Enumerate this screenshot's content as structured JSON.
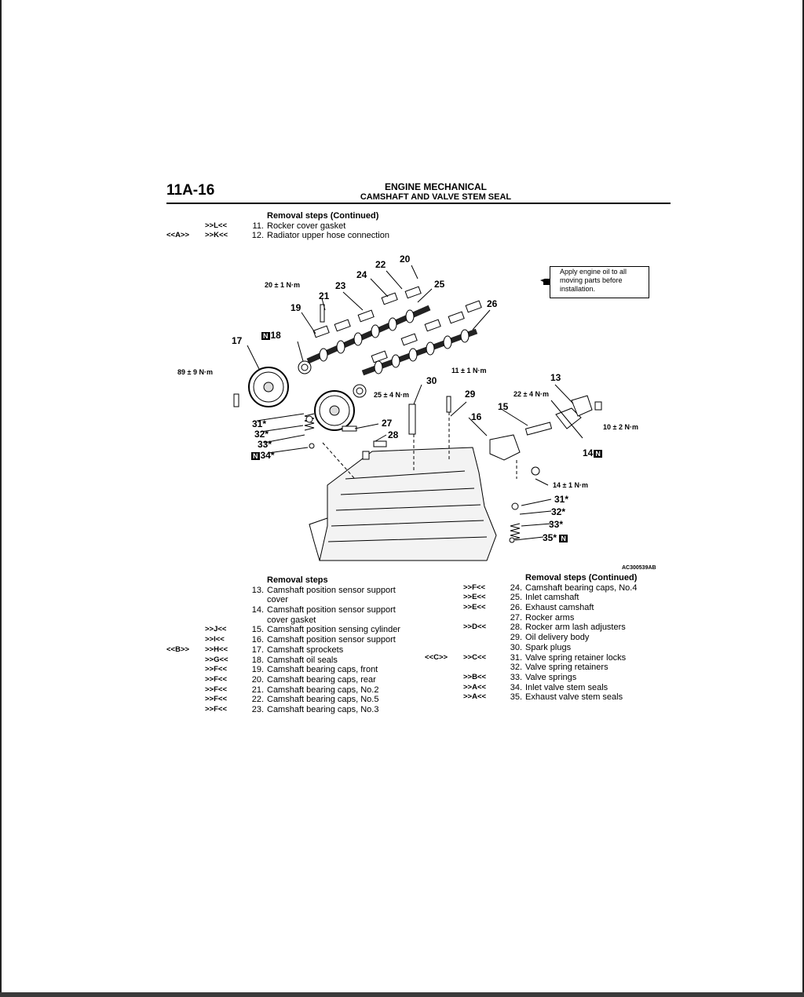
{
  "header": {
    "page_number": "11A-16",
    "title": "ENGINE MECHANICAL",
    "subtitle": "CAMSHAFT AND VALVE STEM SEAL"
  },
  "top_steps": {
    "title": "Removal steps (Continued)",
    "rows": [
      {
        "a": "",
        "b": ">>L<<",
        "num": "11.",
        "text": "Rocker cover gasket"
      },
      {
        "a": "<<A>>",
        "b": ">>K<<",
        "num": "12.",
        "text": "Radiator upper hose connection"
      }
    ]
  },
  "diagram": {
    "note": "Apply engine oil to all moving parts before installation.",
    "figure_id": "AC300539AB",
    "torque": {
      "t20": "20 ± 1 N·m",
      "t89": "89 ± 9 N·m",
      "t11": "11 ± 1 N·m",
      "t25": "25 ± 4 N·m",
      "t22": "22 ± 4 N·m",
      "t10": "10 ± 2 N·m",
      "t14": "14 ± 1 N·m"
    },
    "callouts": {
      "n13": "13",
      "n14": "14",
      "n15": "15",
      "n16": "16",
      "n17": "17",
      "n18": "18",
      "n19": "19",
      "n20": "20",
      "n21": "21",
      "n22": "22",
      "n23": "23",
      "n24": "24",
      "n25": "25",
      "n26": "26",
      "n27": "27",
      "n28": "28",
      "n29": "29",
      "n30": "30",
      "n31a": "31*",
      "n32a": "32*",
      "n33a": "33*",
      "n34": "34*",
      "n31b": "31*",
      "n32b": "32*",
      "n33b": "33*",
      "n35": "35*"
    },
    "n_badge": "N"
  },
  "left_steps": {
    "title": "Removal steps",
    "rows": [
      {
        "a": "",
        "b": "",
        "num": "13.",
        "text": "Camshaft position sensor support"
      },
      {
        "a": "",
        "b": "",
        "num": "",
        "text": "cover"
      },
      {
        "a": "",
        "b": "",
        "num": "14.",
        "text": "Camshaft position sensor support"
      },
      {
        "a": "",
        "b": "",
        "num": "",
        "text": "cover gasket"
      },
      {
        "a": "",
        "b": ">>J<<",
        "num": "15.",
        "text": "Camshaft position sensing cylinder"
      },
      {
        "a": "",
        "b": ">>I<<",
        "num": "16.",
        "text": "Camshaft position sensor support"
      },
      {
        "a": "<<B>>",
        "b": ">>H<<",
        "num": "17.",
        "text": "Camshaft sprockets"
      },
      {
        "a": "",
        "b": ">>G<<",
        "num": "18.",
        "text": "Camshaft oil seals"
      },
      {
        "a": "",
        "b": ">>F<<",
        "num": "19.",
        "text": "Camshaft bearing caps, front"
      },
      {
        "a": "",
        "b": ">>F<<",
        "num": "20.",
        "text": "Camshaft bearing caps, rear"
      },
      {
        "a": "",
        "b": ">>F<<",
        "num": "21.",
        "text": "Camshaft bearing caps, No.2"
      },
      {
        "a": "",
        "b": ">>F<<",
        "num": "22.",
        "text": "Camshaft bearing caps, No.5"
      },
      {
        "a": "",
        "b": ">>F<<",
        "num": "23.",
        "text": "Camshaft bearing caps, No.3"
      }
    ]
  },
  "right_steps": {
    "title": "Removal steps (Continued)",
    "rows": [
      {
        "a": "",
        "b": ">>F<<",
        "num": "24.",
        "text": "Camshaft bearing caps, No.4"
      },
      {
        "a": "",
        "b": ">>E<<",
        "num": "25.",
        "text": "Inlet camshaft"
      },
      {
        "a": "",
        "b": ">>E<<",
        "num": "26.",
        "text": "Exhaust camshaft"
      },
      {
        "a": "",
        "b": "",
        "num": "27.",
        "text": "Rocker arms"
      },
      {
        "a": "",
        "b": ">>D<<",
        "num": "28.",
        "text": "Rocker arm lash adjusters"
      },
      {
        "a": "",
        "b": "",
        "num": "29.",
        "text": "Oil delivery body"
      },
      {
        "a": "",
        "b": "",
        "num": "30.",
        "text": "Spark plugs"
      },
      {
        "a": "<<C>>",
        "b": ">>C<<",
        "num": "31.",
        "text": "Valve spring retainer locks"
      },
      {
        "a": "",
        "b": "",
        "num": "32.",
        "text": "Valve spring retainers"
      },
      {
        "a": "",
        "b": ">>B<<",
        "num": "33.",
        "text": "Valve springs"
      },
      {
        "a": "",
        "b": ">>A<<",
        "num": "34.",
        "text": "Inlet valve stem seals"
      },
      {
        "a": "",
        "b": ">>A<<",
        "num": "35.",
        "text": "Exhaust valve stem seals"
      }
    ]
  }
}
